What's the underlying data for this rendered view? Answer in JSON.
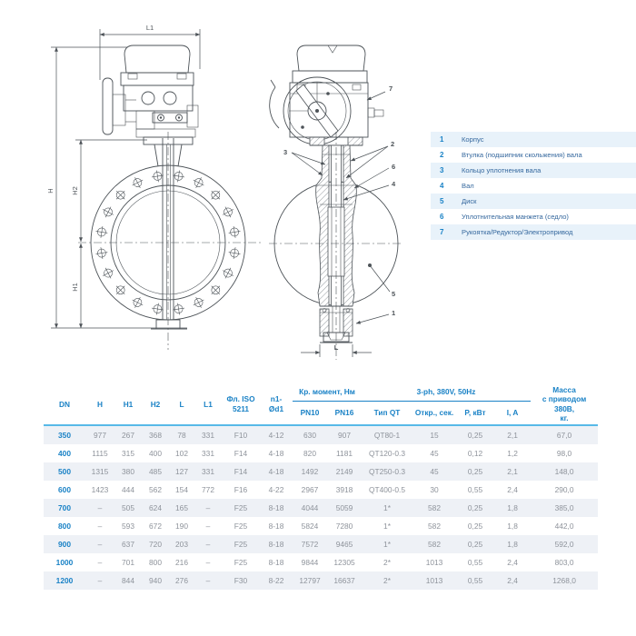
{
  "colors": {
    "accent_blue": "#1a82c6",
    "legend_text_blue": "#35689e",
    "legend_stripe": "#e8f2fa",
    "table_stripe": "#eef1f6",
    "table_top_border": "#57b9e7",
    "value_gray": "#8e939b",
    "drawing_line": "#4d5358"
  },
  "drawing": {
    "dimensions": {
      "l1": "L1",
      "h": "H",
      "h2": "H2",
      "h1": "H1",
      "l": "L"
    },
    "callouts": {
      "c1": "1",
      "c2": "2",
      "c3": "3",
      "c4": "4",
      "c5": "5",
      "c6": "6",
      "c7": "7"
    }
  },
  "legend": {
    "items": [
      {
        "num": "1",
        "label": "Корпус"
      },
      {
        "num": "2",
        "label": "Втулка (подшипник скольжения) вала"
      },
      {
        "num": "3",
        "label": "Кольцо уплотнения вала"
      },
      {
        "num": "4",
        "label": "Вал"
      },
      {
        "num": "5",
        "label": "Диск"
      },
      {
        "num": "6",
        "label": "Уплотнительная манжета (седло)"
      },
      {
        "num": "7",
        "label": "Рукоятка/Редуктор/Электропривод"
      }
    ]
  },
  "table": {
    "headers": {
      "dn": "DN",
      "h": "H",
      "h1": "H1",
      "h2": "H2",
      "l": "L",
      "l1": "L1",
      "flange": "Фл. ISO\n5211",
      "n1": "n1-\nØd1",
      "torque_group": "Кр. момент, Нм",
      "pn10": "PN10",
      "pn16": "PN16",
      "power_group": "3-ph, 380V, 50Hz",
      "qt": "Тип QT",
      "open": "Откр., сек.",
      "p": "P, кВт",
      "i": "I, A",
      "mass": "Масса\nс приводом\n380В,\nкг."
    },
    "rows": [
      [
        "350",
        "977",
        "267",
        "368",
        "78",
        "331",
        "F10",
        "4-12",
        "630",
        "907",
        "QT80-1",
        "15",
        "0,25",
        "2,1",
        "67,0"
      ],
      [
        "400",
        "1115",
        "315",
        "400",
        "102",
        "331",
        "F14",
        "4-18",
        "820",
        "1181",
        "QT120-0.3",
        "45",
        "0,12",
        "1,2",
        "98,0"
      ],
      [
        "500",
        "1315",
        "380",
        "485",
        "127",
        "331",
        "F14",
        "4-18",
        "1492",
        "2149",
        "QT250-0.3",
        "45",
        "0,25",
        "2,1",
        "148,0"
      ],
      [
        "600",
        "1423",
        "444",
        "562",
        "154",
        "772",
        "F16",
        "4-22",
        "2967",
        "3918",
        "QT400-0.5",
        "30",
        "0,55",
        "2,4",
        "290,0"
      ],
      [
        "700",
        "–",
        "505",
        "624",
        "165",
        "–",
        "F25",
        "8-18",
        "4044",
        "5059",
        "1*",
        "582",
        "0,25",
        "1,8",
        "385,0"
      ],
      [
        "800",
        "–",
        "593",
        "672",
        "190",
        "–",
        "F25",
        "8-18",
        "5824",
        "7280",
        "1*",
        "582",
        "0,25",
        "1,8",
        "442,0"
      ],
      [
        "900",
        "–",
        "637",
        "720",
        "203",
        "–",
        "F25",
        "8-18",
        "7572",
        "9465",
        "1*",
        "582",
        "0,25",
        "1,8",
        "592,0"
      ],
      [
        "1000",
        "–",
        "701",
        "800",
        "216",
        "–",
        "F25",
        "8-18",
        "9844",
        "12305",
        "2*",
        "1013",
        "0,55",
        "2,4",
        "803,0"
      ],
      [
        "1200",
        "–",
        "844",
        "940",
        "276",
        "–",
        "F30",
        "8-22",
        "12797",
        "16637",
        "2*",
        "1013",
        "0,55",
        "2,4",
        "1268,0"
      ]
    ]
  }
}
